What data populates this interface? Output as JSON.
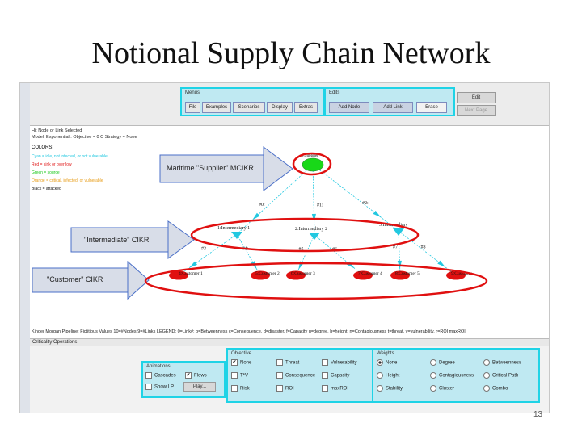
{
  "slide": {
    "title": "Notional Supply Chain Network",
    "page_number": "13"
  },
  "toolbar": {
    "menus_label": "Menus",
    "menu_buttons": [
      "File",
      "Examples",
      "Scenarios",
      "Display",
      "Extras"
    ],
    "edits_label": "Edits",
    "edit_buttons": [
      "Add Node",
      "Add Link",
      "Erase"
    ],
    "edit_button": "Edit",
    "next_page_button": "Next Page"
  },
  "status": {
    "line1": "Hi: Node or Link Selected",
    "line2": "Model: Exponential . Objective = 0 C Strategy = None"
  },
  "legend": {
    "title": "COLORS:",
    "entries": [
      {
        "text": "Cyan = idle, not infected, or not vulnerable",
        "color": "#22c8e0"
      },
      {
        "text": "Red = sink or overflow",
        "color": "#e01818"
      },
      {
        "text": "Green = source",
        "color": "#18c818"
      },
      {
        "text": "Orange = critical, infected, or vulnerable",
        "color": "#e8a020"
      },
      {
        "text": "Black = attacked",
        "color": "#111111"
      }
    ]
  },
  "network": {
    "supplier": {
      "label": "0:Supplier",
      "color": "#18d818"
    },
    "intermediaries": [
      "1:Intermediary 1",
      "2:Intermediary 2",
      "3:Intermediary"
    ],
    "customers": [
      "4:Customer 1",
      "5:Customer 2",
      "6:Customer 3",
      "7:Customer 4",
      "8:Customer 5",
      "9:Customer"
    ],
    "link_labels": [
      "#0:",
      "#1:",
      "#2:",
      "#3",
      "#4:",
      "#5",
      "#6",
      "#7",
      "#8"
    ],
    "customer_color": "#e01010",
    "link_color": "#22c8e0"
  },
  "callouts": {
    "supplier": "Maritime \"Supplier\" MCIKR",
    "intermediate": "\"Intermediate\" CIKR",
    "customer": "\"Customer\" CIKR"
  },
  "bottom_line": "Kinder Morgan Pipeline: Fictitious Values  10=#Nodes 9=#Links  LEGEND: 0=Link#: b=Betweenness c=Consequence, d=disaster, f=Capacity  g=degree, h=height, n=Contagiousness  t=threat, v=vulnerability, r=ROI  maxROI",
  "operations": {
    "title": "Criticality Operations",
    "animations": {
      "label": "Animations",
      "cascades": "Cascades",
      "flows": "Flows",
      "show_lp": "Show LP",
      "play": "Play..."
    },
    "objective": {
      "label": "Objective",
      "options": [
        "None",
        "Threat",
        "Vulnerability",
        "T*V",
        "Consequence",
        "Capacity",
        "Risk",
        "ROI",
        "maxROI"
      ]
    },
    "weights": {
      "label": "Weights",
      "options": [
        "None",
        "Degree",
        "Betweenness",
        "Height",
        "Contagiousness",
        "Critical Path",
        "Stability",
        "Cluster",
        "Combo"
      ]
    }
  }
}
